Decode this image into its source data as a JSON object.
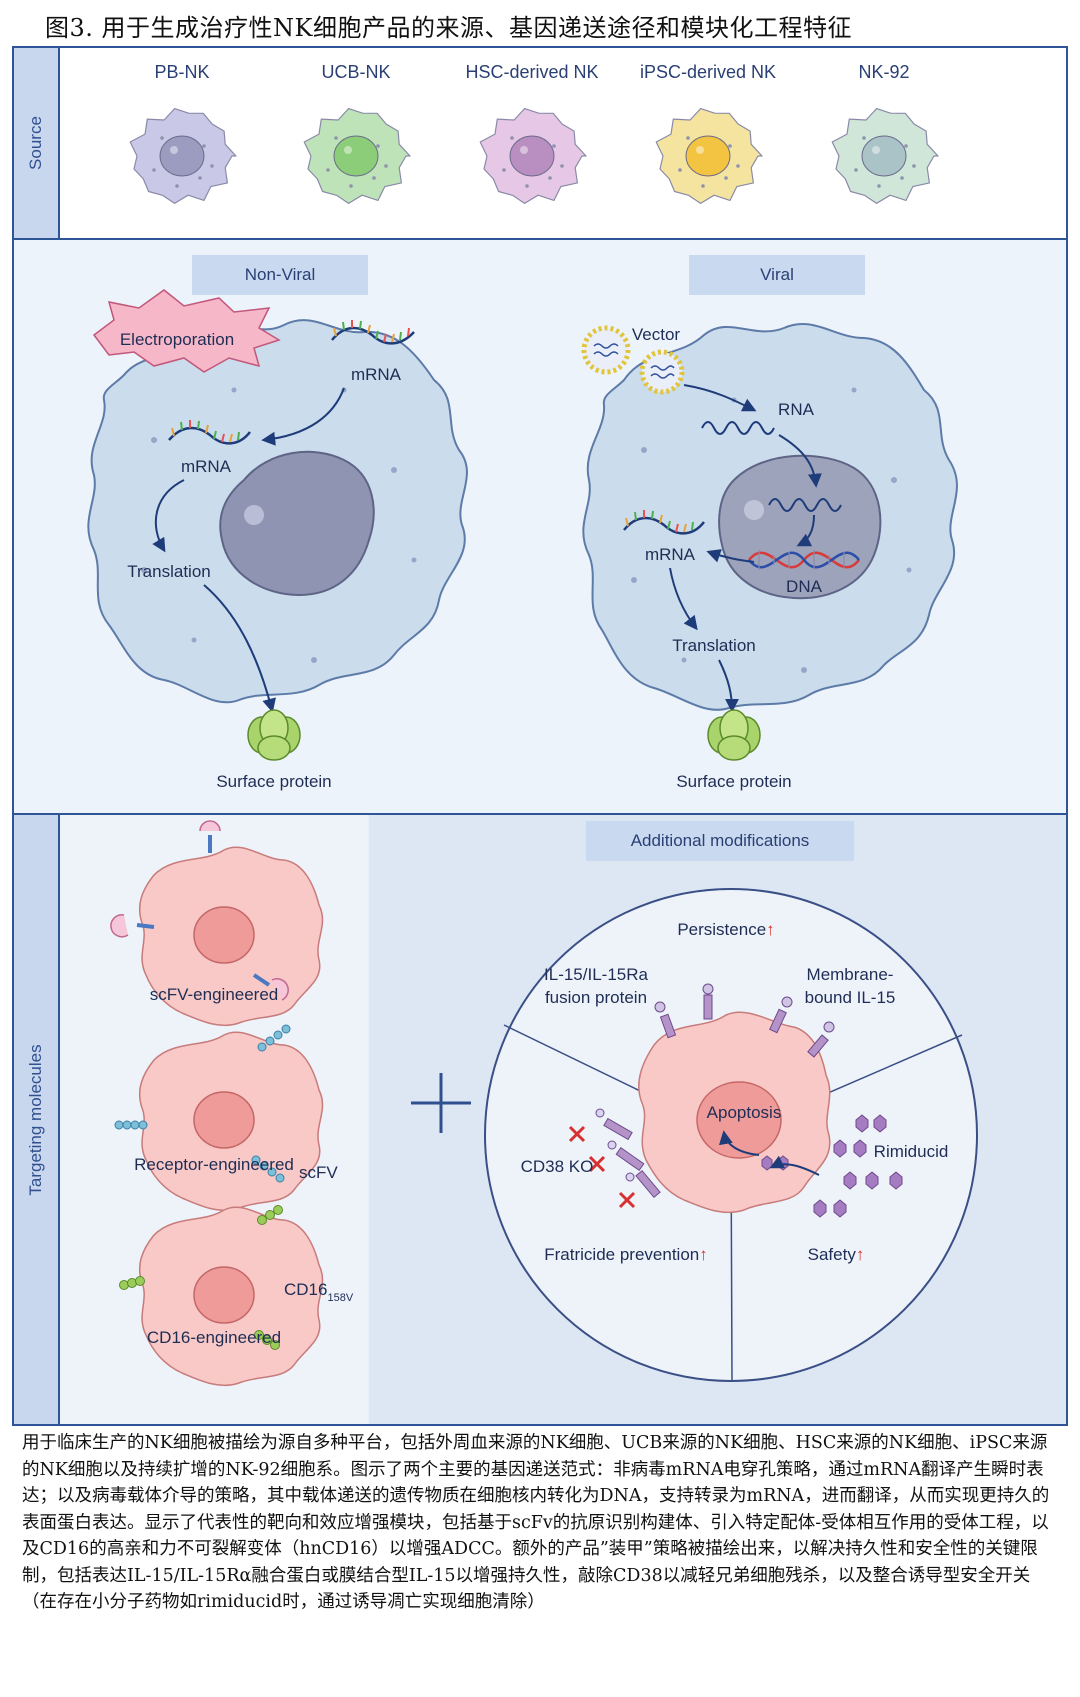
{
  "figure_title": "图3. 用于生成治疗性NK细胞产品的来源、基因递送途径和模块化工程特征",
  "source_section": {
    "side_label": "Source",
    "items": [
      {
        "label": "PB-NK",
        "color": "#c9c8e6",
        "nucleus": "#9b9cc0"
      },
      {
        "label": "UCB-NK",
        "color": "#bfe3b8",
        "nucleus": "#8ccd7a"
      },
      {
        "label": "HSC-derived NK",
        "color": "#e6c8e6",
        "nucleus": "#b98fc1"
      },
      {
        "label": "iPSC-derived NK",
        "color": "#f5e4a0",
        "nucleus": "#f2c441"
      },
      {
        "label": "NK-92",
        "color": "#cfe6d8",
        "nucleus": "#a9c3c7"
      }
    ]
  },
  "delivery_section": {
    "non_viral": {
      "header": "Non-Viral",
      "electroporation": "Electroporation",
      "mrna_in": "mRNA",
      "mrna_inside": "mRNA",
      "translation": "Translation",
      "surface_protein": "Surface protein"
    },
    "viral": {
      "header": "Viral",
      "vector": "Vector",
      "rna": "RNA",
      "mrna": "mRNA",
      "dna": "DNA",
      "translation": "Translation",
      "surface_protein": "Surface protein"
    }
  },
  "targeting_section": {
    "side_label": "Targeting molecules",
    "scfv_engineered": "scFV-engineered",
    "receptor_engineered": "Receptor-engineered",
    "scfv": "scFV",
    "cd16_engineered": "CD16-engineered",
    "cd16_label": "CD16",
    "cd16_sub": "158V"
  },
  "modifications": {
    "header": "Additional modifications",
    "persistence": "Persistence",
    "il15_fusion": [
      "IL-15/IL-15Ra",
      "fusion protein"
    ],
    "membrane_il15": [
      "Membrane-",
      "bound IL-15"
    ],
    "apoptosis": "Apoptosis",
    "rimiducid": "Rimiducid",
    "cd38ko": "CD38 KO",
    "fratricide": "Fratricide prevention",
    "safety": "Safety",
    "arrow_up": "↑"
  },
  "caption": "用于临床生产的NK细胞被描绘为源自多种平台，包括外周血来源的NK细胞、UCB来源的NK细胞、HSC来源的NK细胞、iPSC来源的NK细胞以及持续扩增的NK-92细胞系。图示了两个主要的基因递送范式：非病毒mRNA电穿孔策略，通过mRNA翻译产生瞬时表达；以及病毒载体介导的策略，其中载体递送的遗传物质在细胞核内转化为DNA，支持转录为mRNA，进而翻译，从而实现更持久的表面蛋白表达。显示了代表性的靶向和效应增强模块，包括基于scFv的抗原识别构建体、引入特定配体-受体相互作用的受体工程，以及CD16的高亲和力不可裂解变体（hnCD16）以增强ADCC。额外的产品”装甲”策略被描绘出来，以解决持久性和安全性的关键限制，包括表达IL-15/IL-15Rα融合蛋白或膜结合型IL-15以增强持久性，敲除CD38以减轻兄弟细胞残杀，以及整合诱导型安全开关（在存在小分子药物如rimiducid时，通过诱导凋亡实现细胞清除）"
}
